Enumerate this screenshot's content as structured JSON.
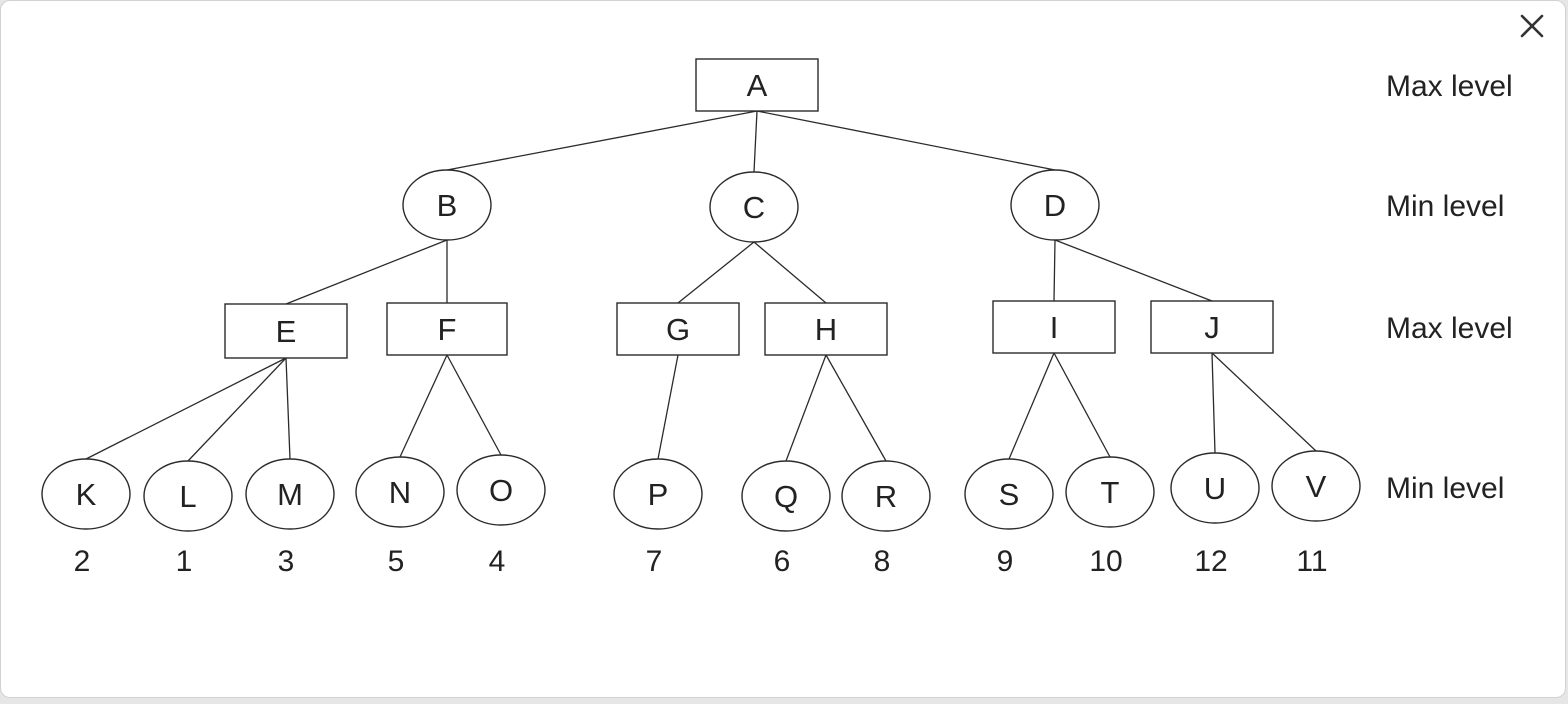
{
  "close_icon": "close-icon",
  "tree": {
    "nodes": [
      {
        "id": "A",
        "label": "A",
        "shape": "box"
      },
      {
        "id": "B",
        "label": "B",
        "shape": "ellipse"
      },
      {
        "id": "C",
        "label": "C",
        "shape": "ellipse"
      },
      {
        "id": "D",
        "label": "D",
        "shape": "ellipse"
      },
      {
        "id": "E",
        "label": "E",
        "shape": "box"
      },
      {
        "id": "F",
        "label": "F",
        "shape": "box"
      },
      {
        "id": "G",
        "label": "G",
        "shape": "box"
      },
      {
        "id": "H",
        "label": "H",
        "shape": "box"
      },
      {
        "id": "I",
        "label": "I",
        "shape": "box"
      },
      {
        "id": "J",
        "label": "J",
        "shape": "box"
      },
      {
        "id": "K",
        "label": "K",
        "shape": "ellipse",
        "value": "2"
      },
      {
        "id": "L",
        "label": "L",
        "shape": "ellipse",
        "value": "1"
      },
      {
        "id": "M",
        "label": "M",
        "shape": "ellipse",
        "value": "3"
      },
      {
        "id": "N",
        "label": "N",
        "shape": "ellipse",
        "value": "5"
      },
      {
        "id": "O",
        "label": "O",
        "shape": "ellipse",
        "value": "4"
      },
      {
        "id": "P",
        "label": "P",
        "shape": "ellipse",
        "value": "7"
      },
      {
        "id": "Q",
        "label": "Q",
        "shape": "ellipse",
        "value": "6"
      },
      {
        "id": "R",
        "label": "R",
        "shape": "ellipse",
        "value": "8"
      },
      {
        "id": "S",
        "label": "S",
        "shape": "ellipse",
        "value": "9"
      },
      {
        "id": "T",
        "label": "T",
        "shape": "ellipse",
        "value": "10"
      },
      {
        "id": "U",
        "label": "U",
        "shape": "ellipse",
        "value": "12"
      },
      {
        "id": "V",
        "label": "V",
        "shape": "ellipse",
        "value": "11"
      }
    ],
    "edges": [
      [
        "A",
        "B"
      ],
      [
        "A",
        "C"
      ],
      [
        "A",
        "D"
      ],
      [
        "B",
        "E"
      ],
      [
        "B",
        "F"
      ],
      [
        "C",
        "G"
      ],
      [
        "C",
        "H"
      ],
      [
        "D",
        "I"
      ],
      [
        "D",
        "J"
      ],
      [
        "E",
        "K"
      ],
      [
        "E",
        "L"
      ],
      [
        "E",
        "M"
      ],
      [
        "F",
        "N"
      ],
      [
        "F",
        "O"
      ],
      [
        "G",
        "P"
      ],
      [
        "H",
        "Q"
      ],
      [
        "H",
        "R"
      ],
      [
        "I",
        "S"
      ],
      [
        "I",
        "T"
      ],
      [
        "J",
        "U"
      ],
      [
        "J",
        "V"
      ]
    ],
    "level_labels": [
      "Max level",
      "Min level",
      "Max level",
      "Min level"
    ]
  }
}
